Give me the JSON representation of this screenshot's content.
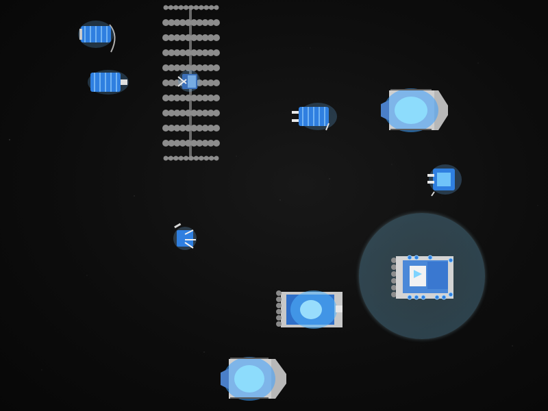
{
  "scene": {
    "type": "space-battle-sandbox",
    "background_color": "#0b0b0b",
    "hull_color": "#c8c8c8",
    "module_color": "#2f7fe0",
    "glow_color": "#7fd4ff",
    "shield_color": "#6fa6bd"
  },
  "entities": {
    "station": {
      "kind": "station-lattice",
      "rows": 11
    },
    "units": [
      {
        "id": "drone-1",
        "kind": "drone",
        "facing": "right"
      },
      {
        "id": "drone-2",
        "kind": "drone",
        "facing": "right"
      },
      {
        "id": "drone-3",
        "kind": "drone",
        "facing": "right"
      },
      {
        "id": "drone-4",
        "kind": "drone",
        "facing": "right"
      },
      {
        "id": "scout-1",
        "kind": "scout",
        "facing": "up"
      },
      {
        "id": "scout-2",
        "kind": "scout",
        "facing": "down"
      },
      {
        "id": "cruiser-1",
        "kind": "cruiser",
        "facing": "right"
      },
      {
        "id": "cruiser-2",
        "kind": "cruiser",
        "facing": "right"
      },
      {
        "id": "carrier-1",
        "kind": "carrier",
        "facing": "right"
      },
      {
        "id": "flagship-1",
        "kind": "flagship",
        "facing": "right",
        "shielded": true
      }
    ]
  }
}
